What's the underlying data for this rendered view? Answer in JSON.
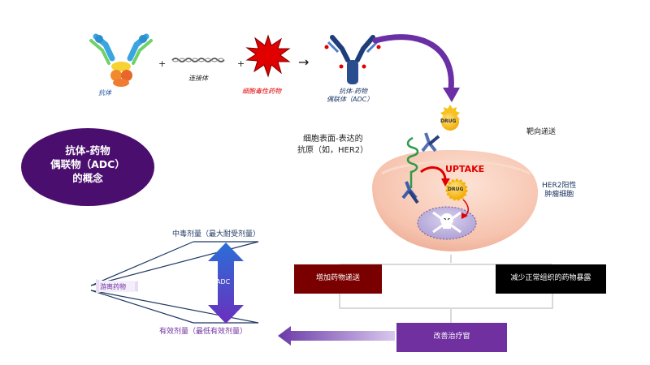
{
  "components": {
    "antibody": "抗体",
    "linker": "连接体",
    "payload": "细胞毒性药物",
    "adc_line1": "抗体-药物",
    "adc_line2": "偶联体（ADC）",
    "plus": "+",
    "arrow": "→"
  },
  "concept": {
    "line1": "抗体-药物",
    "line2": "偶联物（ADC）",
    "line3": "的概念"
  },
  "cell": {
    "antigen_line1": "细胞表面-表达的",
    "antigen_line2": "抗原（如，HER2）",
    "targeting": "靶向递送",
    "her2_line1": "HER2阳性",
    "her2_line2": "肿瘤细胞",
    "drug_top": "DRUG",
    "drug_inside": "DRUG",
    "uptake": "UPTAKE"
  },
  "window": {
    "toxic_dose": "中毒剂量（最大耐受剂量）",
    "adc": "ADC",
    "free_drug": "游离药物",
    "effective_dose": "有效剂量（最低有效剂量）"
  },
  "outcomes": {
    "increase": "增加药物递送",
    "reduce": "减少正常组织的药物暴露",
    "improve": "改善治疗窗"
  },
  "colors": {
    "purple_dark": "#4a0f6e",
    "purple": "#7030a0",
    "purple_light": "#9b6fc8",
    "maroon": "#7a0000",
    "black": "#000000",
    "navy": "#1f3864",
    "red": "#e00000",
    "cell_pink": "#f6c7b4"
  }
}
